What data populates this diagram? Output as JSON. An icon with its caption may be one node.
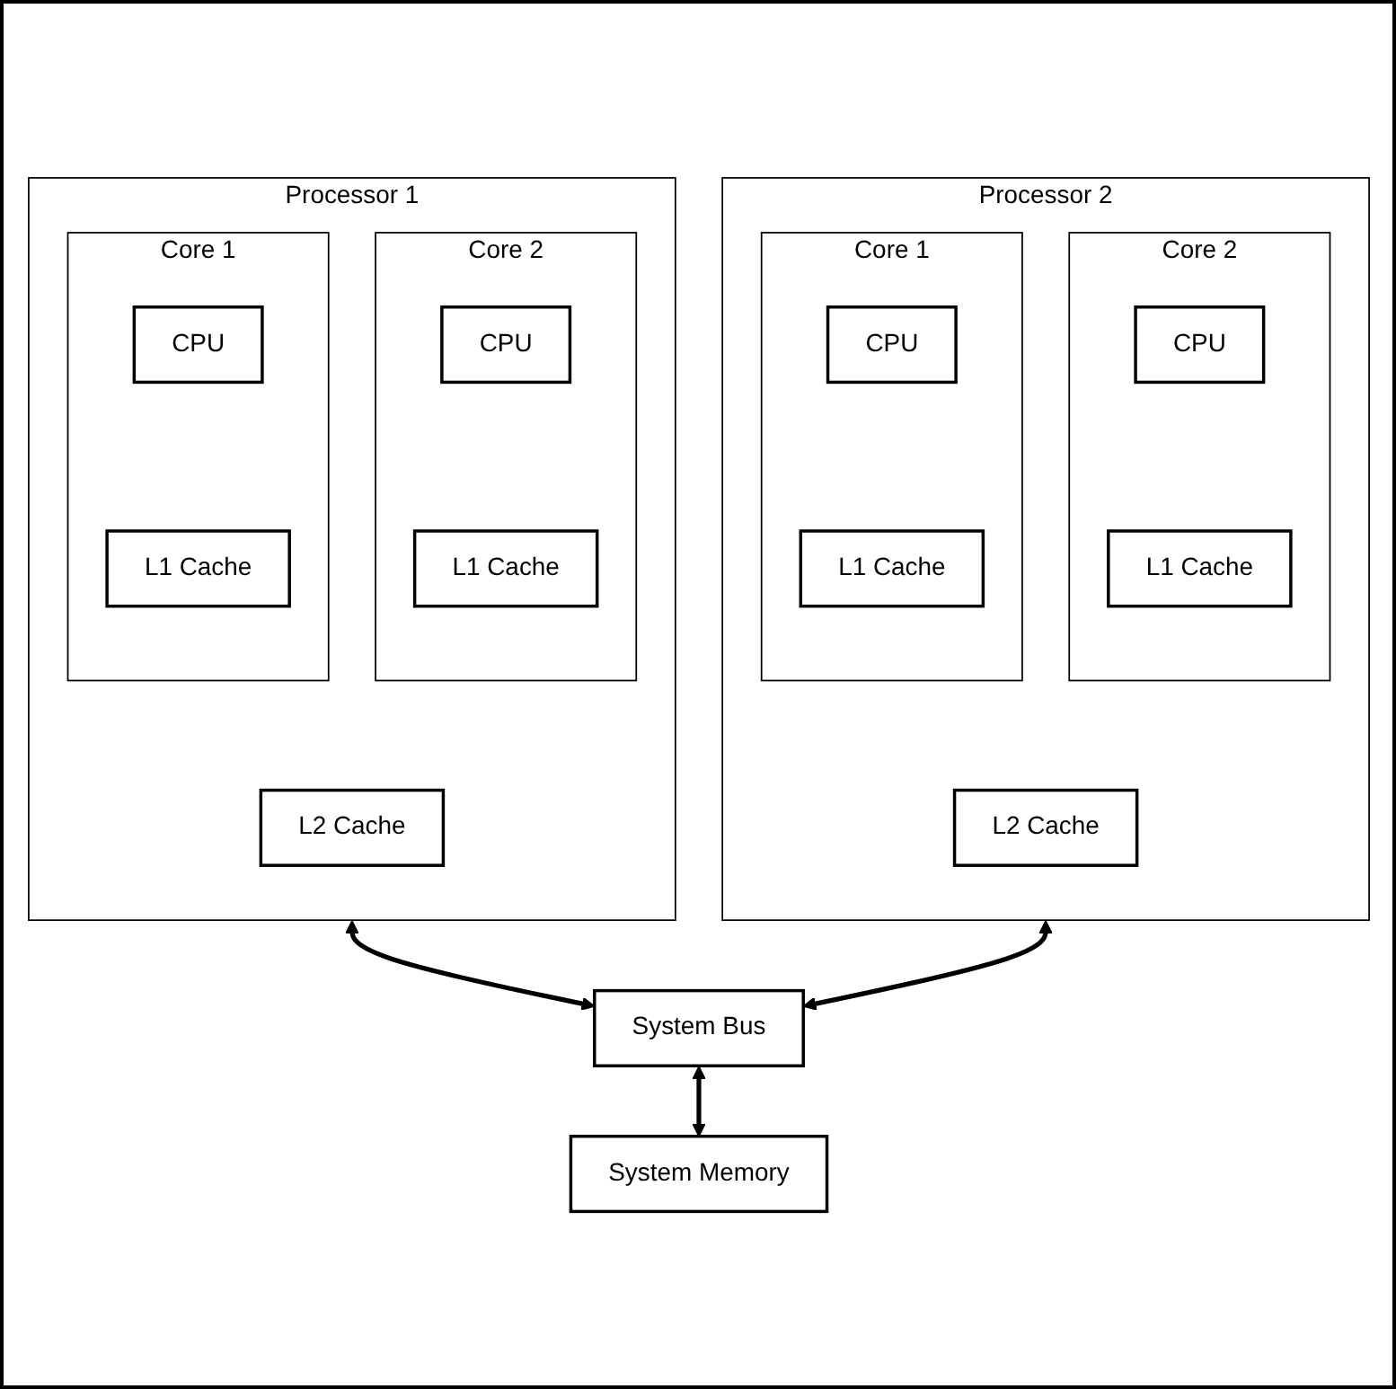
{
  "diagram": {
    "nodes": [
      {
        "text": [
          "Processor 1"
        ]
      },
      {
        "text": [
          "Core 1"
        ],
        "in": 0
      },
      {
        "text": [
          "CPU"
        ],
        "in": 1
      },
      {
        "text": [
          "L1 Cache"
        ],
        "in": 1
      },
      {
        "text": [
          "Core 2"
        ],
        "in": 0
      },
      {
        "text": [
          "CPU"
        ],
        "in": 4
      },
      {
        "text": [
          "L1 Cache"
        ],
        "in": 4
      },
      {
        "text": [
          "L2 Cache"
        ],
        "in": 0
      },
      {
        "text": [
          "Processor 2"
        ]
      },
      {
        "text": [
          "Core 1"
        ],
        "in": 8
      },
      {
        "text": [
          "CPU"
        ],
        "in": 9
      },
      {
        "text": [
          "L1 Cache"
        ],
        "in": 9
      },
      {
        "text": [
          "Core 2"
        ],
        "in": 8
      },
      {
        "text": [
          "CPU"
        ],
        "in": 12
      },
      {
        "text": [
          "L1 Cache"
        ],
        "in": 12
      },
      {
        "text": [
          "L2 Cache"
        ],
        "in": 8
      },
      {
        "text": [
          "System Bus"
        ]
      },
      {
        "text": [
          "System Memory"
        ]
      }
    ],
    "edges": [
      {
        "from": 0,
        "to": 16,
        "arrow": "both"
      },
      {
        "from": 8,
        "to": 16,
        "arrow": "both"
      },
      {
        "from": 16,
        "to": 17,
        "arrow": "both"
      }
    ]
  }
}
